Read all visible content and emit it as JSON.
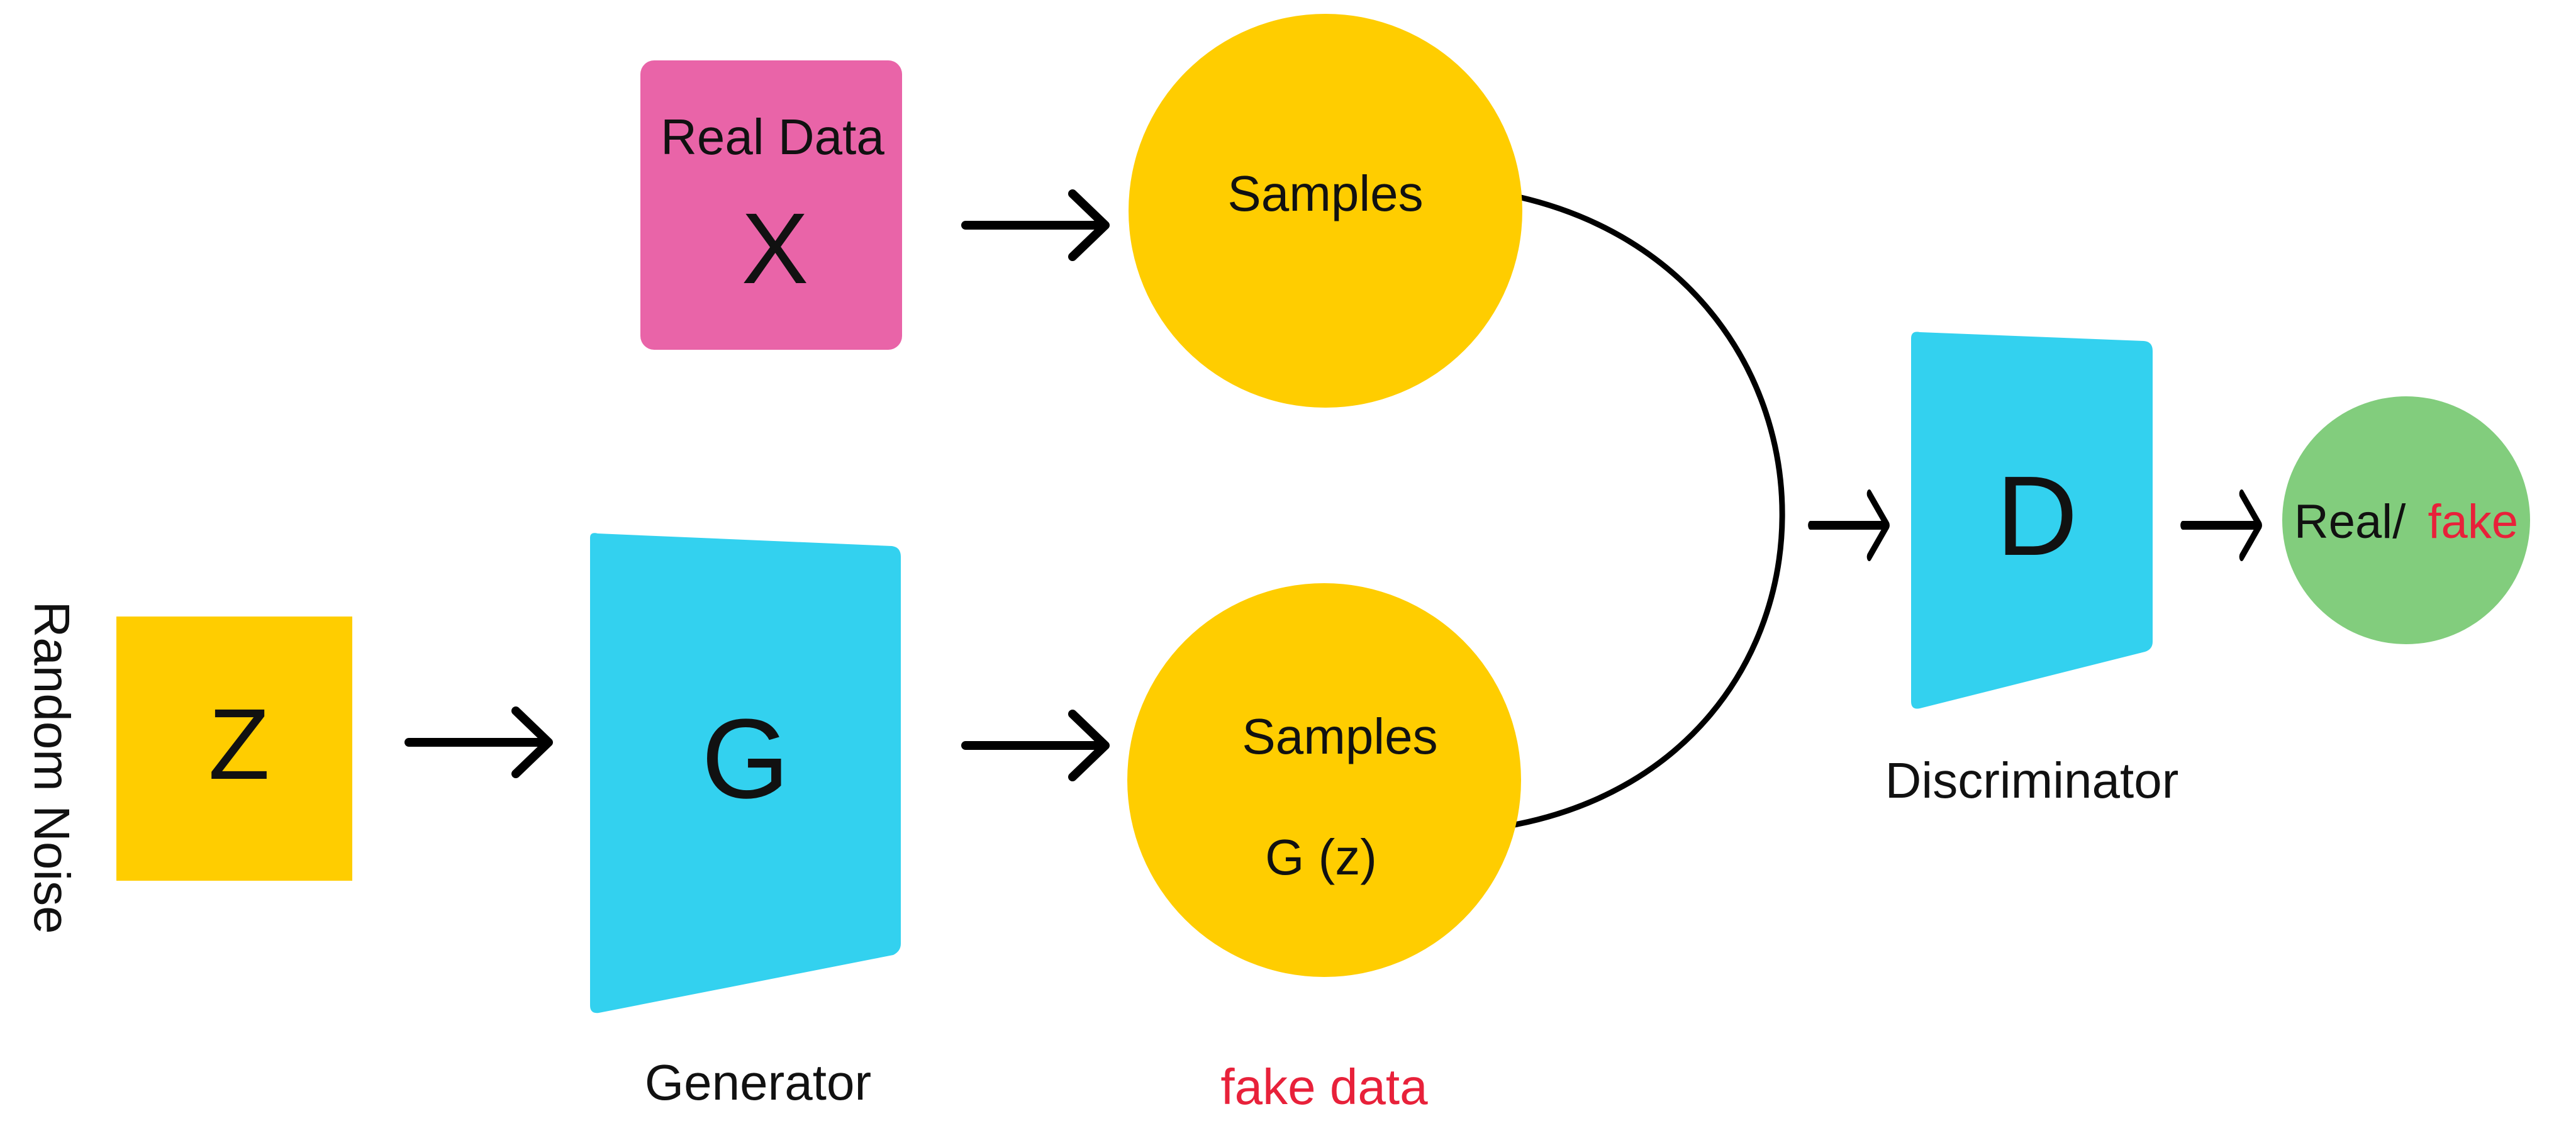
{
  "colors": {
    "real_data_box": "#E964A8",
    "noise_box": "#FFCD00",
    "samples_circle": "#FFCD00",
    "generator_shape": "#33D1EF",
    "discriminator_shape": "#33D1EF",
    "output_circle": "#82CD7D",
    "text": "#111111",
    "accent_red": "#E8213A",
    "arrow": "#000000"
  },
  "real_data": {
    "title": "Real Data",
    "symbol": "X"
  },
  "noise": {
    "side_label": "Random Noise",
    "symbol": "Z"
  },
  "generator": {
    "symbol": "G",
    "caption": "Generator"
  },
  "real_samples": {
    "label": "Samples"
  },
  "fake_samples": {
    "label": "Samples",
    "formula": "G (z)",
    "caption": "fake data"
  },
  "discriminator": {
    "symbol": "D",
    "caption": "Discriminator"
  },
  "output": {
    "label_real": "Real/",
    "label_fake": "fake"
  },
  "icons": {
    "arrow": "arrow-right-icon"
  }
}
